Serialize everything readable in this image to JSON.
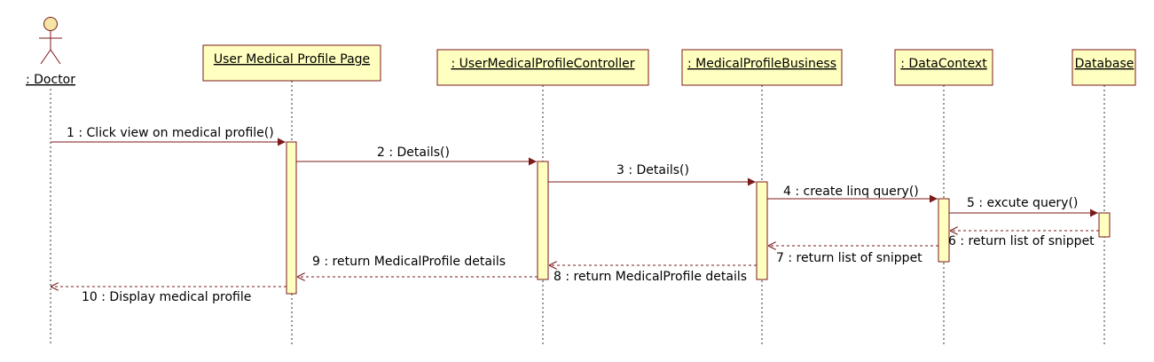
{
  "diagram": {
    "actor": {
      "label": ": Doctor"
    },
    "lifelines": [
      {
        "label": "User Medical Profile Page"
      },
      {
        "label": ": UserMedicalProfileController"
      },
      {
        "label": ": MedicalProfileBusiness"
      },
      {
        "label": ": DataContext"
      },
      {
        "label": "Database"
      }
    ],
    "messages": [
      {
        "label": "1 : Click view on medical profile()",
        "kind": "call"
      },
      {
        "label": "2 : Details()",
        "kind": "call"
      },
      {
        "label": "3 : Details()",
        "kind": "call"
      },
      {
        "label": "4 : create linq query()",
        "kind": "call"
      },
      {
        "label": "5 : excute query()",
        "kind": "call"
      },
      {
        "label": "6 : return list of snippet",
        "kind": "return"
      },
      {
        "label": "7 : return list of snippet",
        "kind": "return"
      },
      {
        "label": "8 : return MedicalProfile details",
        "kind": "return"
      },
      {
        "label": "9 : return MedicalProfile details",
        "kind": "return"
      },
      {
        "label": "10 : Display medical profile",
        "kind": "return"
      }
    ],
    "colors": {
      "border": "#7b1a1a",
      "fill": "#ffffc0",
      "actor_fill": "#f5e6a8"
    }
  }
}
